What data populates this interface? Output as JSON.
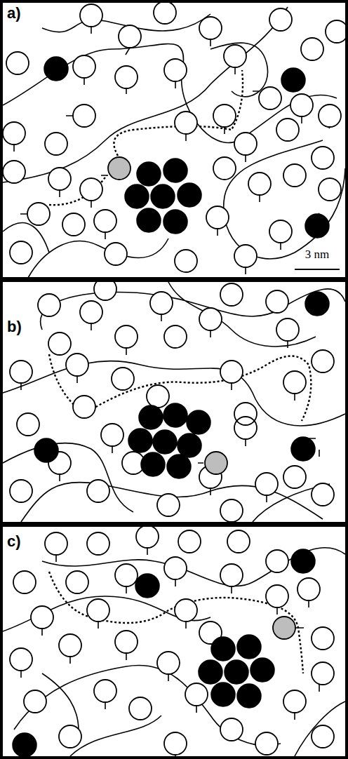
{
  "diagram": {
    "labels": [
      "a)",
      "b)",
      "c)",
      "3 nm"
    ]
  }
}
